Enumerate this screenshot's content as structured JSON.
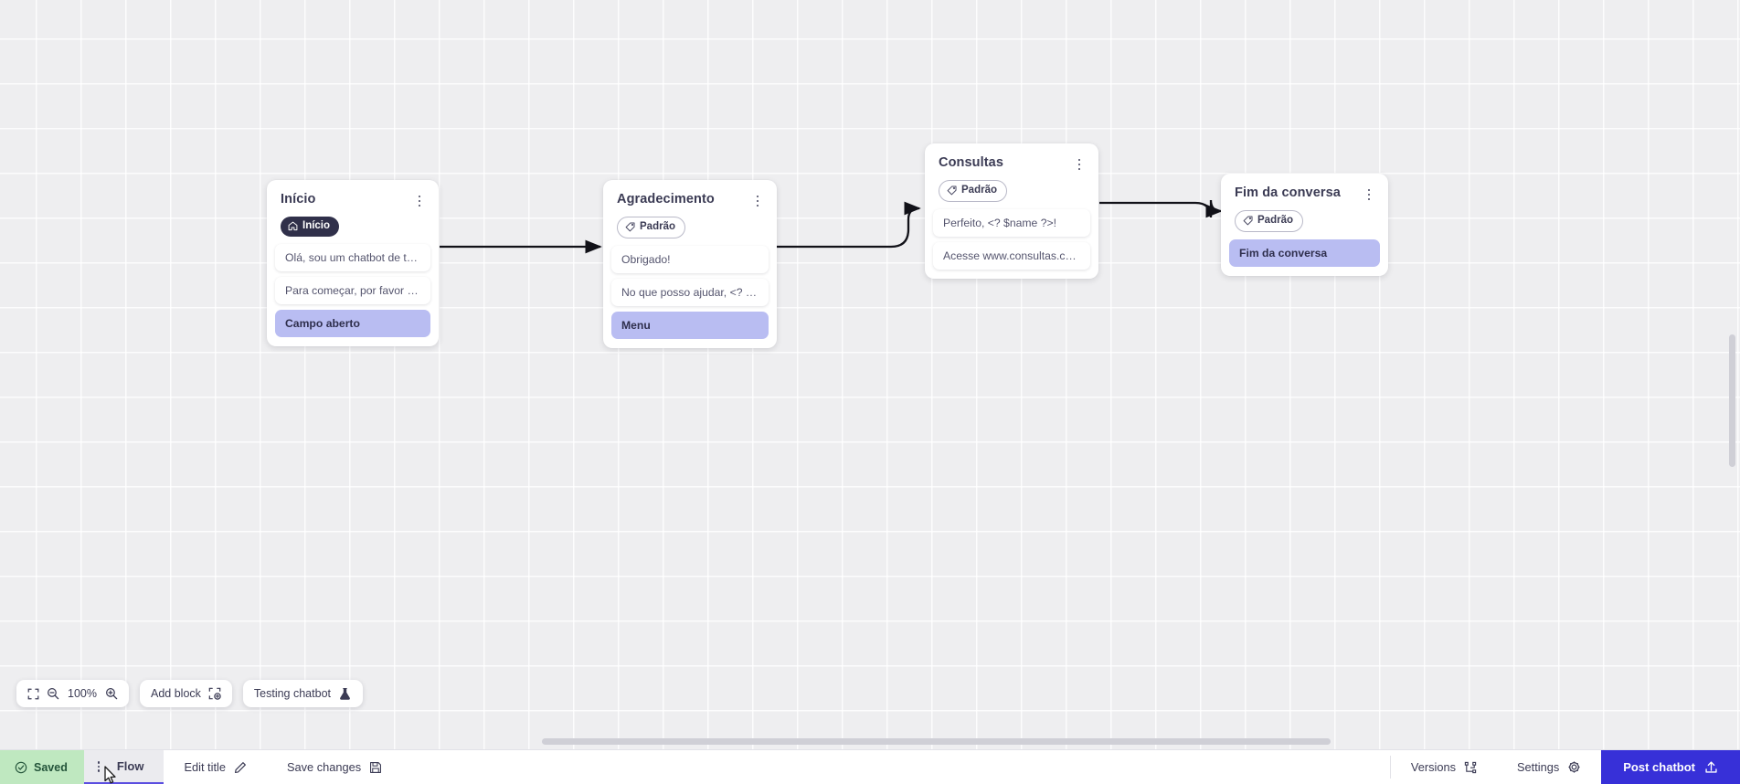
{
  "canvas": {
    "zoom_level": "100%",
    "nodes": [
      {
        "id": "inicio",
        "title": "Início",
        "badge": {
          "label": "Início",
          "icon": "home-icon",
          "style": "dark"
        },
        "rows": [
          {
            "text": "Olá, sou um chatbot de teste!",
            "accent": false
          },
          {
            "text": "Para começar, por favor digite o ...",
            "accent": false
          },
          {
            "text": "Campo aberto",
            "accent": true
          }
        ]
      },
      {
        "id": "agradecimento",
        "title": "Agradecimento",
        "badge": {
          "label": "Padrão",
          "icon": "tag-icon",
          "style": "light"
        },
        "rows": [
          {
            "text": "Obrigado!",
            "accent": false
          },
          {
            "text": "No que posso ajudar, <? $name ...",
            "accent": false
          },
          {
            "text": "Menu",
            "accent": true
          }
        ]
      },
      {
        "id": "consultas",
        "title": "Consultas",
        "badge": {
          "label": "Padrão",
          "icon": "tag-icon",
          "style": "light"
        },
        "rows": [
          {
            "text": "Perfeito, <? $name ?>!",
            "accent": false
          },
          {
            "text": "Acesse www.consultas.com par...",
            "accent": false
          }
        ]
      },
      {
        "id": "fim",
        "title": "Fim da conversa",
        "badge": {
          "label": "Padrão",
          "icon": "tag-icon",
          "style": "light"
        },
        "rows": [
          {
            "text": "Fim da conversa",
            "accent": true
          }
        ]
      }
    ]
  },
  "toolbar": {
    "fit_icon": "fit-screen-icon",
    "zoom_out_icon": "zoom-out-icon",
    "zoom_in_icon": "zoom-in-icon",
    "zoom_value": "100%",
    "add_block_label": "Add block",
    "add_block_icon": "add-block-icon",
    "testing_label": "Testing chatbot",
    "testing_icon": "flask-icon"
  },
  "bottombar": {
    "saved_label": "Saved",
    "saved_icon": "check-circle-icon",
    "tab_label": "Flow",
    "tab_menu_icon": "kebab-icon",
    "edit_title_label": "Edit title",
    "edit_title_icon": "pencil-icon",
    "save_changes_label": "Save changes",
    "save_changes_icon": "save-disk-icon",
    "versions_label": "Versions",
    "versions_icon": "branch-icon",
    "settings_label": "Settings",
    "settings_icon": "gear-icon",
    "post_label": "Post chatbot",
    "post_icon": "upload-icon"
  },
  "colors": {
    "accent_row": "#b9bdf2",
    "badge_dark": "#30304a",
    "saved_bg": "#bfe8c0",
    "post_bg": "#3730d8",
    "tab_underline": "#5b4ee0",
    "canvas_bg": "#eeeef0"
  }
}
